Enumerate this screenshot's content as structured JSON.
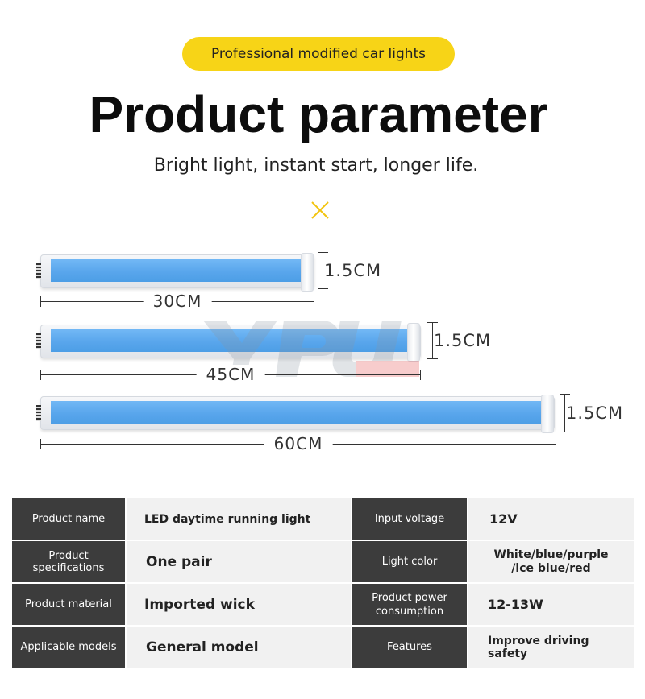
{
  "badge": "Professional modified car lights",
  "title": "Product parameter",
  "subtitle": "Bright light, instant start, longer life.",
  "divider_icon": "x-mark-icon",
  "accent_color": "#f7d417",
  "led_color": "#5aa7ee",
  "strips": [
    {
      "length_label": "30CM",
      "width_label": "1.5CM"
    },
    {
      "length_label": "45CM",
      "width_label": "1.5CM"
    },
    {
      "length_label": "60CM",
      "width_label": "1.5CM"
    }
  ],
  "params": [
    {
      "k1": "Product name",
      "v1": "LED daytime running light",
      "k2": "Input voltage",
      "v2": "12V"
    },
    {
      "k1": "Product specifications",
      "v1": "One pair",
      "k2": "Light color",
      "v2": "White/blue/purple\n/ice blue/red"
    },
    {
      "k1": "Product material",
      "v1": "Imported wick",
      "k2": "Product power consumption",
      "v2": "12-13W"
    },
    {
      "k1": "Applicable models",
      "v1": "General model",
      "k2": "Features",
      "v2": "Improve driving safety"
    }
  ]
}
